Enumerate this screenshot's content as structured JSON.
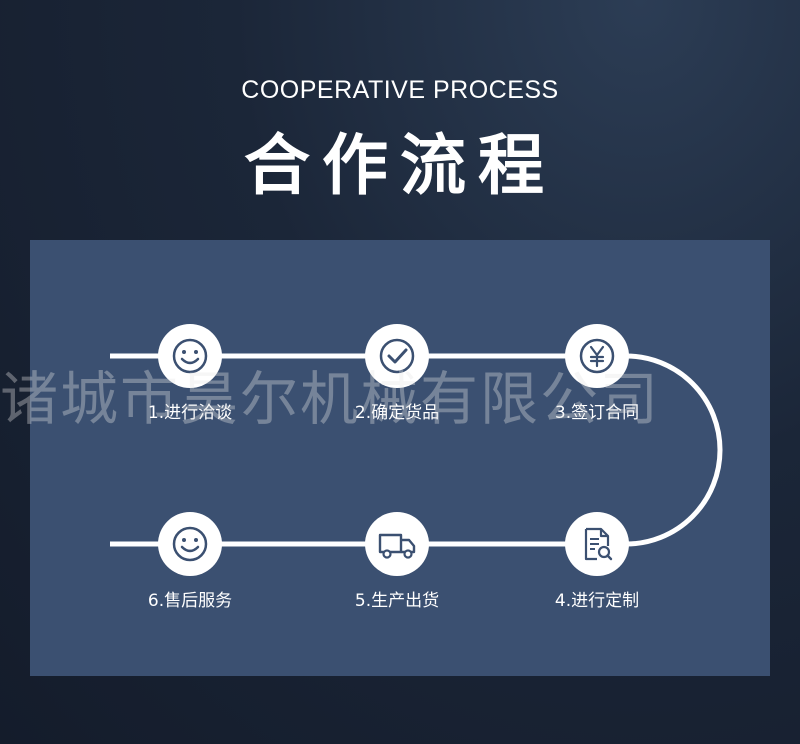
{
  "header": {
    "subtitle": "COOPERATIVE PROCESS",
    "title": "合作流程"
  },
  "steps": [
    {
      "label": "1.进行洽谈",
      "icon": "smiley-icon"
    },
    {
      "label": "2.确定货品",
      "icon": "checkmark-icon"
    },
    {
      "label": "3.签订合同",
      "icon": "yen-icon"
    },
    {
      "label": "4.进行定制",
      "icon": "document-search-icon"
    },
    {
      "label": "5.生产出货",
      "icon": "truck-icon"
    },
    {
      "label": "6.售后服务",
      "icon": "smiley-icon"
    }
  ],
  "watermark": "诸城市昊尔机械有限公司",
  "colors": {
    "panel": "#3b5071",
    "background": "#1b2638",
    "icon": "#3b5071",
    "line": "#ffffff"
  }
}
